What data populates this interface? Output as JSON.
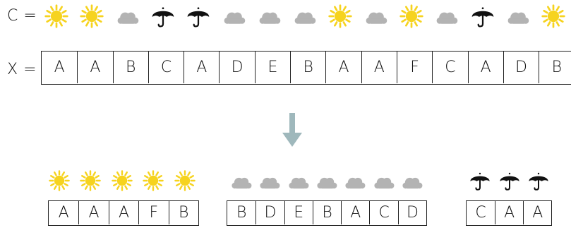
{
  "labels": {
    "c_label": "C =",
    "x_label": "X ="
  },
  "legend": {
    "sun": "sun-icon",
    "cloud": "cloud-icon",
    "umbrella": "umbrella-icon"
  },
  "colors": {
    "sun": "#f6d31f",
    "cloud": "#b3b3b3",
    "umbrella": "#111111",
    "arrow": "#9fb8bc"
  },
  "top_row": {
    "conditions": [
      "sun",
      "sun",
      "cloud",
      "umbrella",
      "umbrella",
      "cloud",
      "cloud",
      "cloud",
      "sun",
      "cloud",
      "sun",
      "cloud",
      "umbrella",
      "cloud",
      "sun"
    ],
    "letters": [
      "A",
      "A",
      "B",
      "C",
      "A",
      "D",
      "E",
      "B",
      "A",
      "A",
      "F",
      "C",
      "A",
      "D",
      "B"
    ]
  },
  "groups": [
    {
      "condition": "sun",
      "letters": [
        "A",
        "A",
        "A",
        "F",
        "B"
      ]
    },
    {
      "condition": "cloud",
      "letters": [
        "B",
        "D",
        "E",
        "B",
        "A",
        "C",
        "D"
      ]
    },
    {
      "condition": "umbrella",
      "letters": [
        "C",
        "A",
        "A"
      ]
    }
  ]
}
